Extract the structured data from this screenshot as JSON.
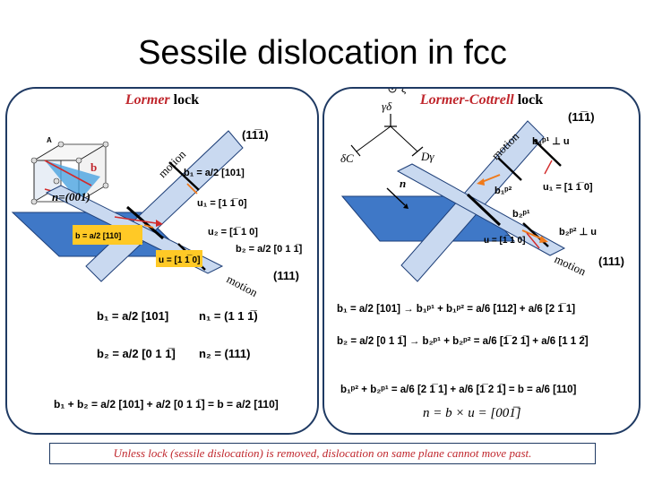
{
  "title": "Sessile dislocation in fcc",
  "left_panel": {
    "title_italic": "Lormer",
    "title_plain": "lock",
    "crystal_labels": {
      "a": "A",
      "b": "b"
    },
    "plane_normal_label": "n=(001)",
    "motion_label": "motion",
    "plane_top": "(11̅1)",
    "plane_bottom": "(111)",
    "b1": "b₁ = a/2 [101]",
    "u1": "u₁ = [1 1̅ 0]",
    "u2": "u₂ = [1̅ 1 0]",
    "b2": "b₂ = a/2 [0 1 1̅]",
    "b_box": "b = a/2 [110]",
    "u_box": "u = [1 1̅ 0]",
    "eq1_b": "b₁ = a/2 [101]",
    "eq1_n": "n₁ = (1 1 1̅)",
    "eq2_b": "b₂ = a/2 [0 1 1̅]",
    "eq2_n": "n₂ = (111)",
    "sum_eq": "b₁ + b₂ = a/2 [101] + a/2 [0 1 1̅] = b = a/2 [110]"
  },
  "right_panel": {
    "title_italic": "Lormer-Cottrell",
    "title_plain": "lock",
    "tetra_labels": {
      "xi": "ξ",
      "gd": "γδ",
      "dc": "δC",
      "dg": "Dγ"
    },
    "n_label": "n",
    "motion_label": "motion",
    "plane_top": "(11̅1)",
    "plane_bottom": "(111)",
    "b1p1": "b₁ᵖ¹ ⊥ u",
    "u1": "u₁ = [1 1̅ 0]",
    "b1p2": "b₁ᵖ²",
    "b2p1": "b₂ᵖ¹",
    "b2p2": "b₂ᵖ² ⊥ u",
    "u": "u = [1̅ 1 0]",
    "eq1": "b₁ = a/2 [101] → b₁ᵖ¹ + b₁ᵖ² = a/6 [112] + a/6 [2 1̅ 1]",
    "eq2": "b₂ = a/2 [0 1 1̅] → b₂ᵖ¹ + b₂ᵖ² = a/6 [1̅ 2 1̅] + a/6 [1 1 2̅]",
    "eq3": "b₁ᵖ² + b₂ᵖ¹ = a/6 [2 1̅ 1] + a/6 [1̅ 2 1̅] = b = a/6 [110]",
    "eq4": "n = b × u = [001̅]"
  },
  "note": "Unless lock (sessile dislocation) is removed, dislocation on same plane cannot move past.",
  "colors": {
    "title_red": "#c0272d",
    "panel_border": "#1f3a63",
    "plane_blue": "#3f78c7",
    "plane_light": "#c9d9f0",
    "highlight": "#ffc926",
    "arrow_red": "#d22a2a",
    "arrow_orange": "#f07a1a"
  }
}
